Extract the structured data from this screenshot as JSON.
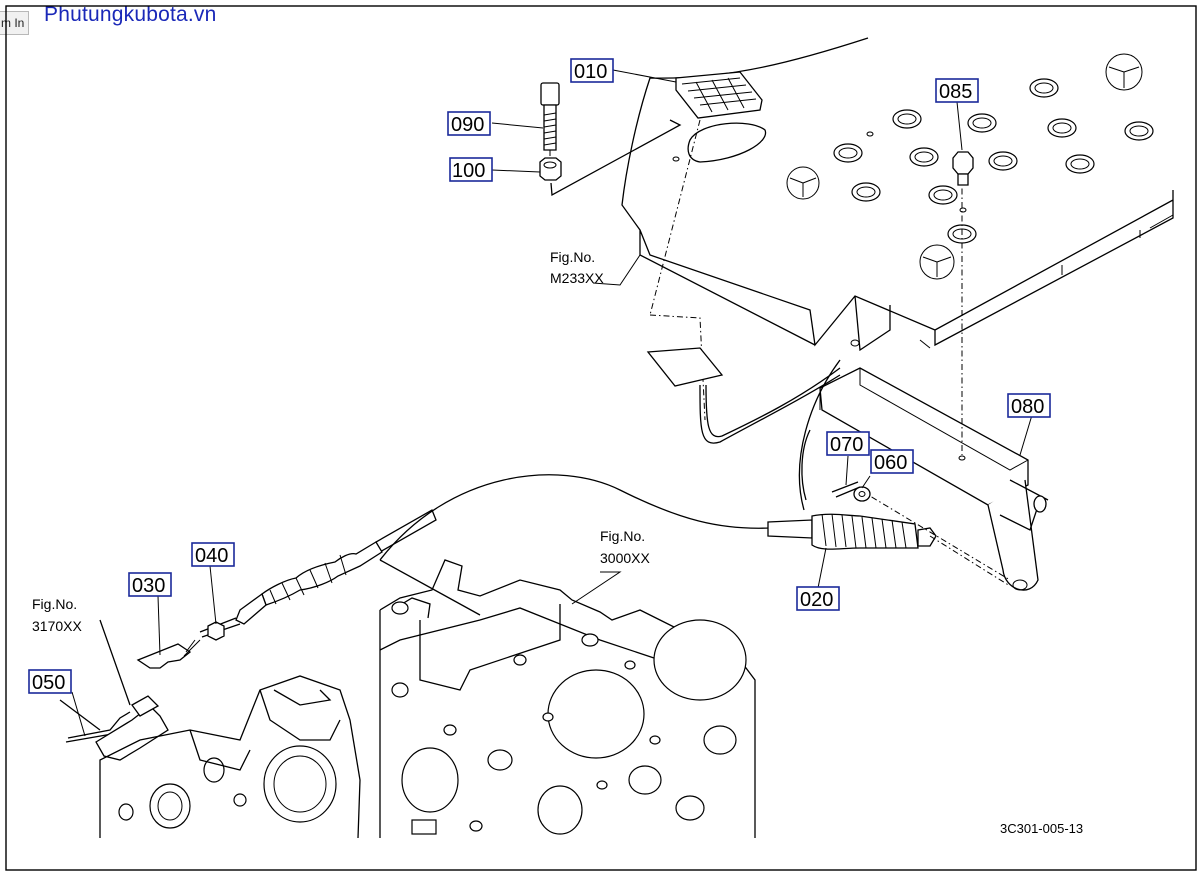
{
  "site": {
    "title": "Phutungkubota.vn"
  },
  "toolbar": {
    "zoom_label": "m In"
  },
  "diagram": {
    "drawing_number": "3C301-005-13",
    "parts": [
      {
        "id": "010"
      },
      {
        "id": "020"
      },
      {
        "id": "030"
      },
      {
        "id": "040"
      },
      {
        "id": "050"
      },
      {
        "id": "060"
      },
      {
        "id": "070"
      },
      {
        "id": "080"
      },
      {
        "id": "085"
      },
      {
        "id": "090"
      },
      {
        "id": "100"
      }
    ],
    "fig_refs": [
      {
        "label": "Fig.No.",
        "code": "M233XX"
      },
      {
        "label": "Fig.No.",
        "code": "3000XX"
      },
      {
        "label": "Fig.No.",
        "code": "3170XX"
      }
    ]
  }
}
